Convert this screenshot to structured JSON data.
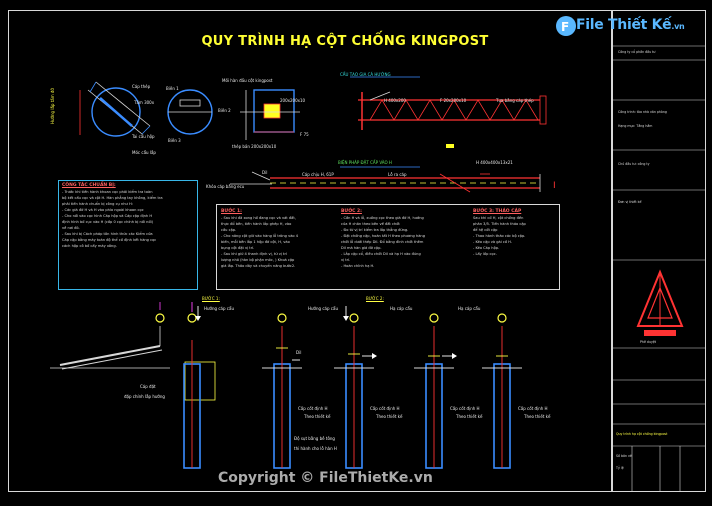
{
  "title": "QUY TRÌNH HẠ CỘT CHỐNG KINGPOST",
  "brand": {
    "name": "File Thiết Kế",
    "suffix": ".vn"
  },
  "copyright": "Copyright © FileThietKe.vn",
  "labels": {
    "left_clamp_vertical": "Hướng lắp tấm đỡ",
    "cap_label": "Cáp thép",
    "tam_label": "Tấm 300x",
    "tai_label": "Tai cẩu hộp",
    "hook_label": "Móc cẩu lắp",
    "bien1": "Biên 1",
    "bien2": "Biên 2",
    "bien3": "Biên 3",
    "weld_top": "Mối hàn đầu cột kingpost",
    "weld_size": "200x200x10",
    "steel_note": "thép bản 200x200x10",
    "f_label": "F 75",
    "structure_title": "CẤU TẠO GIA CÁ HƯỚNG",
    "h_beam_label": "H 400x200",
    "f2_label": "F 20x200x10",
    "support_note": "Tựa bằng cáp thép",
    "method_title": "BIỆN PHÁP ĐẶT CẤP VÀO H",
    "h_size": "H 400x400x13x21",
    "dil": "DiI",
    "cap_dinh": "Cáp chịu H, 61P",
    "lo_ra": "Lỗ ra cáp",
    "cable_note": "Khóa cáp bằng ecu"
  },
  "prep": {
    "heading": "CÔNG TÁC CHUẨN BỊ:",
    "text": "- Trước khi tiến hành khoan cọc phải kiểm tra toàn\nbộ kết cấu cọc và cột H. Hàn phẳng tay không, kiểm tra\nphải tiến hành chuẩn bị công cụ như H:\n- Các giá đỡ H và H vào phía ngoài khoan cọc\n- Cho nối vào cọc hình Cáp hộp và Cáp cặp định H\n  định hình bố cục vào H (cấp 0 cọc chính bị nối nối)\n  về nơi đó.\n- Sau khi bị Cách pháp tôn hình thức các Kiểm cửa\n  Cáp cặp bằng máy toàn độ thể cố định kết hàng cọc\n  cách hộp cô bố cấy máy xông."
  },
  "steps_box": {
    "step1_heading": "BƯỚC 1:",
    "step1_text": "- Sau khi đã xong hố đang cọc và vát đất,\n  thực đổ bên, tiến hành lắp ghép H, vào\n  cấu cặp.\n- Cho nâng cột giữ vào hàng lỗ tròng vào 4\n  biến, mỗi bên lắp 1 hộp đỡ cột, H, vào\n  bụng cột đặt vị trí.\n- Sau khi giữ 4 thanh định vị, từ vị trí\n  lượng nhỏ (hàn bộ phận móc, ) Khoá cặp\n  giá lắp. Thảo dây và chuyển nâng bước2.",
    "step2_heading": "BƯỚC 2:",
    "step2_text": "- Cần H và lỗ, xuống cọc theo giá đỡ H, hướng\n  của H chân theo bên về đất chốt\n- Đo từ vị trí kiểm tra lắp thẳng đứng.\n- Đặt chống cặp, hoàn tất H theo phương hàng\n  chốt lỗ dưới thép DiI. Đổ bằng đinh chốt thêm\n  DiI mà hàn giá đỡ cặp.\n- Lắp cặp cổ, điều chốt DiI và hạ H vào đúng\n  vị trí.\n- Hoàn chỉnh hạ H.",
    "step3_heading": "BƯỚC 3: THÁO CÁP",
    "step3_text": "Sau khi cố H, cột chống đến\nphân 3/5. Tiến hành tháo cặp\nđể hệ cốt cặp\n- Thao hành tháo các bộ cặp.\n- Kéo cặp và gài cố H.\n- Kéo Cáp hộp.\n- Lấy lốp cọc."
  },
  "bottom": {
    "step1_label": "BƯỚC 1:",
    "step2_label": "BƯỚC 2:",
    "down_hook": "Hướng cáp cẩu",
    "down_hook2": "Hướng cáp cẩu",
    "lower": "Hạ cáp cẩu",
    "lower2": "Hạ cáp cẩu",
    "dil": "DiI",
    "cap_dat": "Cáp đặt",
    "cap_dat_note": "đặp chính lắp hướng",
    "cot_h1": "Cấp cốt định H",
    "cot_h1_note": "Theo thiết kế",
    "cot_h2": "Cấp cốt định H",
    "cot_h2_note": "Theo thiết kế",
    "cot_h3": "Cấp cốt định H",
    "cot_h3_note": "Theo thiết kế",
    "cot_h4": "Cấp cốt định H",
    "cot_h4_note": "Theo thiết kế",
    "dai": "Độ sụt bằng bê tông",
    "dai_note": "thi hành cho lỗ hàn H"
  },
  "sidebar": {
    "r1": "Công ty cổ phần đầu tư",
    "r2": "Công trình: tòa nhà văn phòng",
    "r3": "Hạng mục: Tầng hầm",
    "r4": "Chủ đầu tư: công ty",
    "r5": "Đơn vị thiết kế",
    "logo_label": "Phê duyệt",
    "bottom_title": "Quy trình hạ cột chống kingpost",
    "r6": "Số bản vẽ",
    "r7": "Tỷ lệ"
  },
  "colors": {
    "line": "#d8d8d8",
    "blue": "#3a8cff",
    "yellow": "#ffff44",
    "red": "#ff3333",
    "green": "#44dd44",
    "cyan": "#36e0e0",
    "magenta": "#ff44ff"
  }
}
